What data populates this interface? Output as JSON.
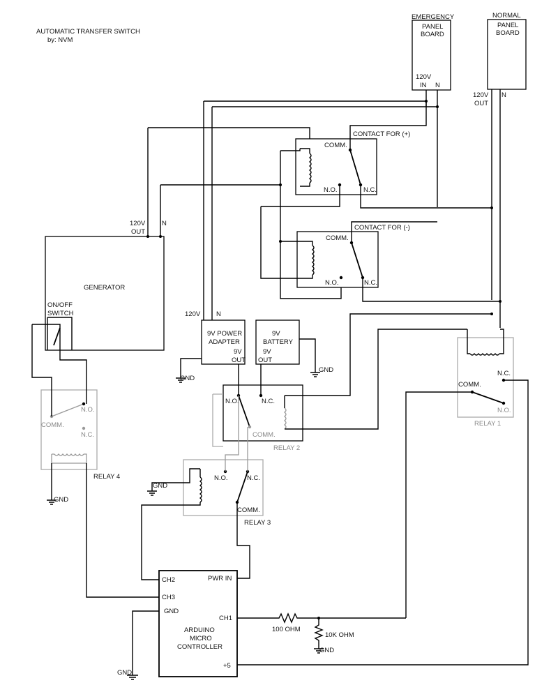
{
  "title": "AUTOMATIC TRANSFER SWITCH",
  "author": "by: NVM",
  "emergency_panel": {
    "header": "EMERGENCY",
    "line1": "PANEL",
    "line2": "BOARD",
    "in_top": "120V",
    "in_bottom": "IN",
    "n": "N"
  },
  "normal_panel": {
    "header": "NORMAL",
    "line1": "PANEL",
    "line2": "BOARD",
    "out_top": "120V",
    "out_bottom": "OUT",
    "n": "N"
  },
  "contact_pos": {
    "label": "CONTACT FOR (+)",
    "comm": "COMM.",
    "no": "N.O.",
    "nc": "N.C."
  },
  "contact_neg": {
    "label": "CONTACT FOR (-)",
    "comm": "COMM.",
    "no": "N.O.",
    "nc": "N.C."
  },
  "generator": {
    "label": "GENERATOR",
    "out_top": "120V",
    "out_bottom": "OUT",
    "n": "N",
    "switch_top": "ON/OFF",
    "switch_bottom": "SWITCH"
  },
  "adapter": {
    "line1": "9V POWER",
    "line2": "ADAPTER",
    "in_v": "120V",
    "in_n": "N",
    "out_top": "9V",
    "out_bottom": "OUT",
    "gnd": "GND"
  },
  "battery": {
    "line1": "9V",
    "line2": "BATTERY",
    "out_top": "9V",
    "out_bottom": "OUT",
    "gnd": "GND"
  },
  "relay1": {
    "label": "RELAY 1",
    "comm": "COMM.",
    "no": "N.O.",
    "nc": "N.C."
  },
  "relay2": {
    "label": "RELAY 2",
    "comm": "COMM.",
    "no": "N.O.",
    "nc": "N.C."
  },
  "relay3": {
    "label": "RELAY 3",
    "comm": "COMM.",
    "no": "N.O.",
    "nc": "N.C.",
    "gnd": "GND"
  },
  "relay4": {
    "label": "RELAY 4",
    "comm": "COMM.",
    "no": "N.O.",
    "nc": "N.C.",
    "gnd": "GND"
  },
  "arduino": {
    "line1": "ARDUINO",
    "line2": "MICRO",
    "line3": "CONTROLLER",
    "ch1": "CH1",
    "ch2": "CH2",
    "ch3": "CH3",
    "gnd": "GND",
    "pwr_in": "PWR IN",
    "plus5": "+5",
    "gnd_ext": "GND"
  },
  "resistors": {
    "r1": "100 OHM",
    "r2": "10K OHM",
    "gnd": "GND"
  }
}
